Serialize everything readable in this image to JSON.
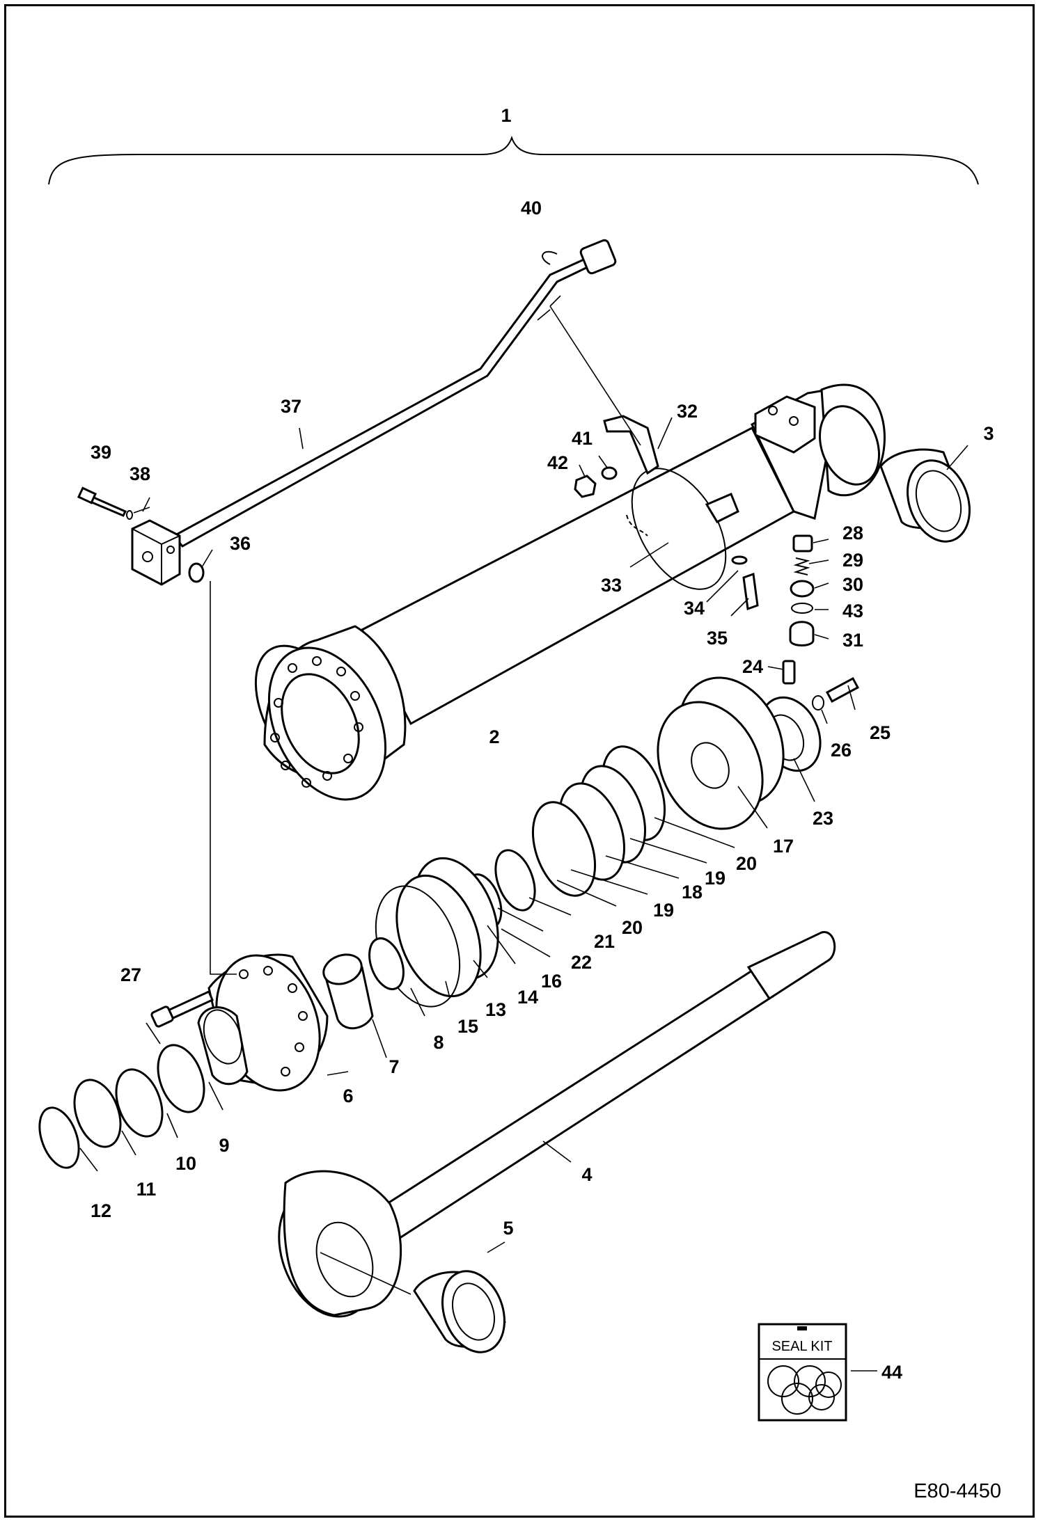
{
  "figure_code": "E80-4450",
  "assembly_label": "1",
  "seal_kit": {
    "title": "SEAL KIT",
    "callout": "44"
  },
  "callouts": {
    "c2": "2",
    "c3": "3",
    "c4": "4",
    "c5": "5",
    "c6": "6",
    "c7": "7",
    "c8": "8",
    "c9": "9",
    "c10": "10",
    "c11": "11",
    "c12": "12",
    "c13": "13",
    "c14": "14",
    "c15": "15",
    "c16": "16",
    "c17": "17",
    "c18": "18",
    "c19a": "19",
    "c19b": "19",
    "c20a": "20",
    "c20b": "20",
    "c21": "21",
    "c22": "22",
    "c23": "23",
    "c24": "24",
    "c25": "25",
    "c26": "26",
    "c27": "27",
    "c28": "28",
    "c29": "29",
    "c30": "30",
    "c31": "31",
    "c32": "32",
    "c33": "33",
    "c34": "34",
    "c35": "35",
    "c36": "36",
    "c37": "37",
    "c38": "38",
    "c39": "39",
    "c40": "40",
    "c41": "41",
    "c42": "42",
    "c43": "43"
  }
}
